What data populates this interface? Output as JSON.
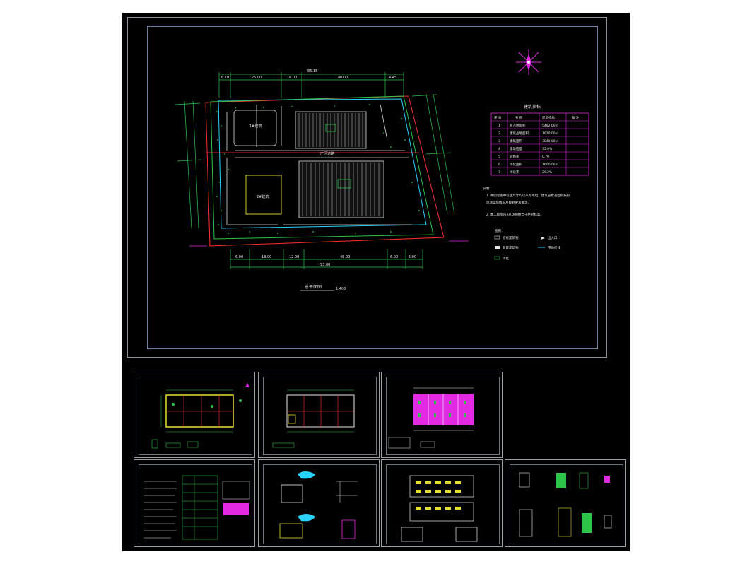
{
  "main_sheet": {
    "title": "总平面图",
    "scale": "1:400",
    "table": {
      "heading": "建筑指标",
      "columns": [
        "序 号",
        "名 称",
        "建筑指标",
        "备 注"
      ],
      "rows": [
        [
          "1",
          "总占地面积",
          "5492.00㎡",
          ""
        ],
        [
          "2",
          "建筑占地面积",
          "1920.00㎡",
          ""
        ],
        [
          "3",
          "建筑面积",
          "3840.00㎡",
          ""
        ],
        [
          "4",
          "建筑密度",
          "35.0%",
          ""
        ],
        [
          "5",
          "容积率",
          "0.70",
          ""
        ],
        [
          "6",
          "绿化面积",
          "1600.00㎡",
          ""
        ],
        [
          "7",
          "绿化率",
          "29.2%",
          ""
        ]
      ]
    },
    "notes_title": "说明：",
    "notes": [
      "1. 本图总图中标注尺寸均以米为单位，建筑层数及面积按照",
      "   现场实际情况及规划要求确定。",
      "2. 本工程室内±0.000相当于绝对标高。"
    ],
    "legend_title": "图例：",
    "legend": [
      {
        "label": "原有建筑物"
      },
      {
        "label": "新建建筑物"
      },
      {
        "label": "绿化"
      },
      {
        "label": "出入口"
      },
      {
        "label": "用地红线"
      }
    ],
    "labels": {
      "building_small_top": "1#建筑",
      "building_small_bottom": "2#建筑",
      "road": "厂区道路"
    },
    "dims_top": [
      "6.70",
      "25.00",
      "10.00",
      "40.00",
      "4.45"
    ],
    "dim_top_total": "86.15",
    "dims_bottom": [
      "6.00",
      "18.00",
      "12.00",
      "40.00",
      "6.00",
      "5.00"
    ],
    "dim_bottom_total": "93.00"
  },
  "thumbnails": [
    {
      "id": "floor-plan-1"
    },
    {
      "id": "floor-plan-2"
    },
    {
      "id": "roof-plan"
    },
    {
      "id": "design-notes"
    },
    {
      "id": "stair-details"
    },
    {
      "id": "elevations"
    },
    {
      "id": "wall-details"
    }
  ],
  "colors": {
    "background": "#000000",
    "frame": "#8a8f98",
    "green": "#2ec44a",
    "cyan": "#2ad4ff",
    "magenta": "#e22ae2",
    "red": "#ff3030",
    "yellow": "#e8e030",
    "white": "#e8e8e8"
  }
}
